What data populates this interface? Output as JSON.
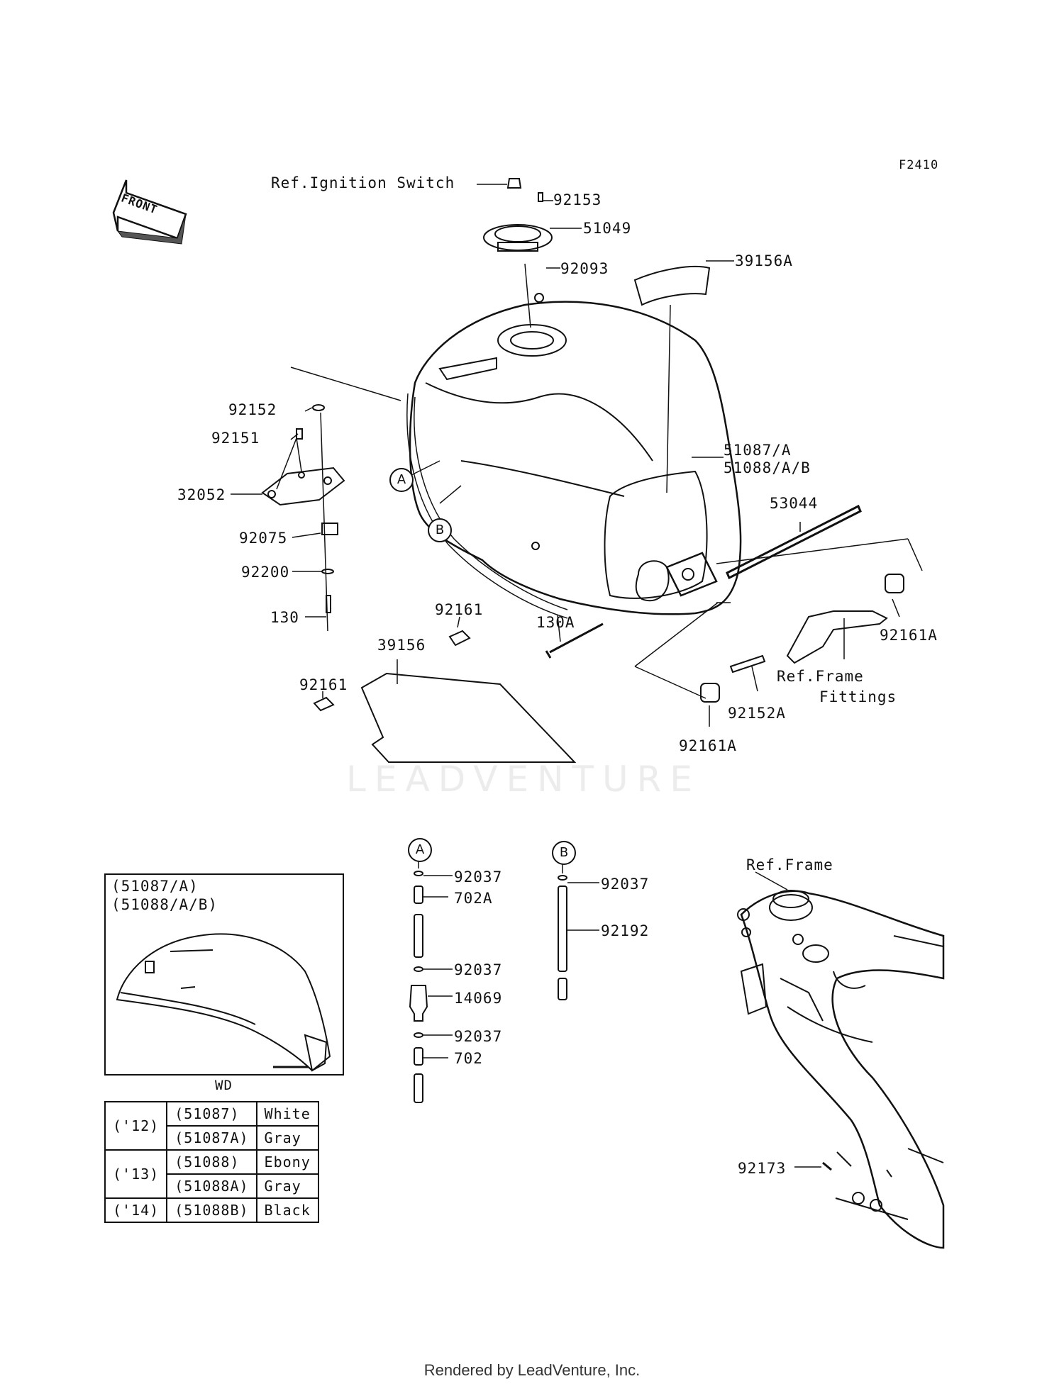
{
  "diagram": {
    "code": "F2410",
    "front_arrow": "FRONT",
    "labels": {
      "ref_ignition": "Ref.Ignition Switch",
      "p92153": "92153",
      "p51049": "51049",
      "p92093": "92093",
      "p39156A": "39156A",
      "p92152": "92152",
      "p92151": "92151",
      "p32052": "32052",
      "p92075": "92075",
      "p92200": "92200",
      "p130": "130",
      "p51087": "51087/A",
      "p51088": "51088/A/B",
      "p53044": "53044",
      "p92161A_right": "92161A",
      "ref_frame_fittings_1": "Ref.Frame",
      "ref_frame_fittings_2": "Fittings",
      "p92152A": "92152A",
      "p92161A_low": "92161A",
      "p130A": "130A",
      "p92161_top": "92161",
      "p39156": "39156",
      "p92161_left": "92161",
      "circle_A": "A",
      "circle_B": "B",
      "hoseA_circle": "A",
      "hoseB_circle": "B",
      "a_92037_1": "92037",
      "a_702A": "702A",
      "a_92037_2": "92037",
      "a_14069": "14069",
      "a_92037_3": "92037",
      "a_702": "702",
      "b_92037": "92037",
      "b_92192": "92192",
      "ref_frame": "Ref.Frame",
      "p92173": "92173"
    },
    "inset": {
      "title_line1": "(51087/A)",
      "title_line2": "(51088/A/B)",
      "caption": "WD"
    },
    "color_table": [
      {
        "year": "('12)",
        "part": "(51087)",
        "color": "White"
      },
      {
        "year": "",
        "part": "(51087A)",
        "color": "Gray"
      },
      {
        "year": "('13)",
        "part": "(51088)",
        "color": "Ebony"
      },
      {
        "year": "",
        "part": "(51088A)",
        "color": "Gray"
      },
      {
        "year": "('14)",
        "part": "(51088B)",
        "color": "Black"
      }
    ],
    "year_12": "('12)",
    "year_13": "('13)",
    "year_14": "('14)",
    "watermark": "LEADVENTURE"
  },
  "footer": "Rendered by LeadVenture, Inc."
}
